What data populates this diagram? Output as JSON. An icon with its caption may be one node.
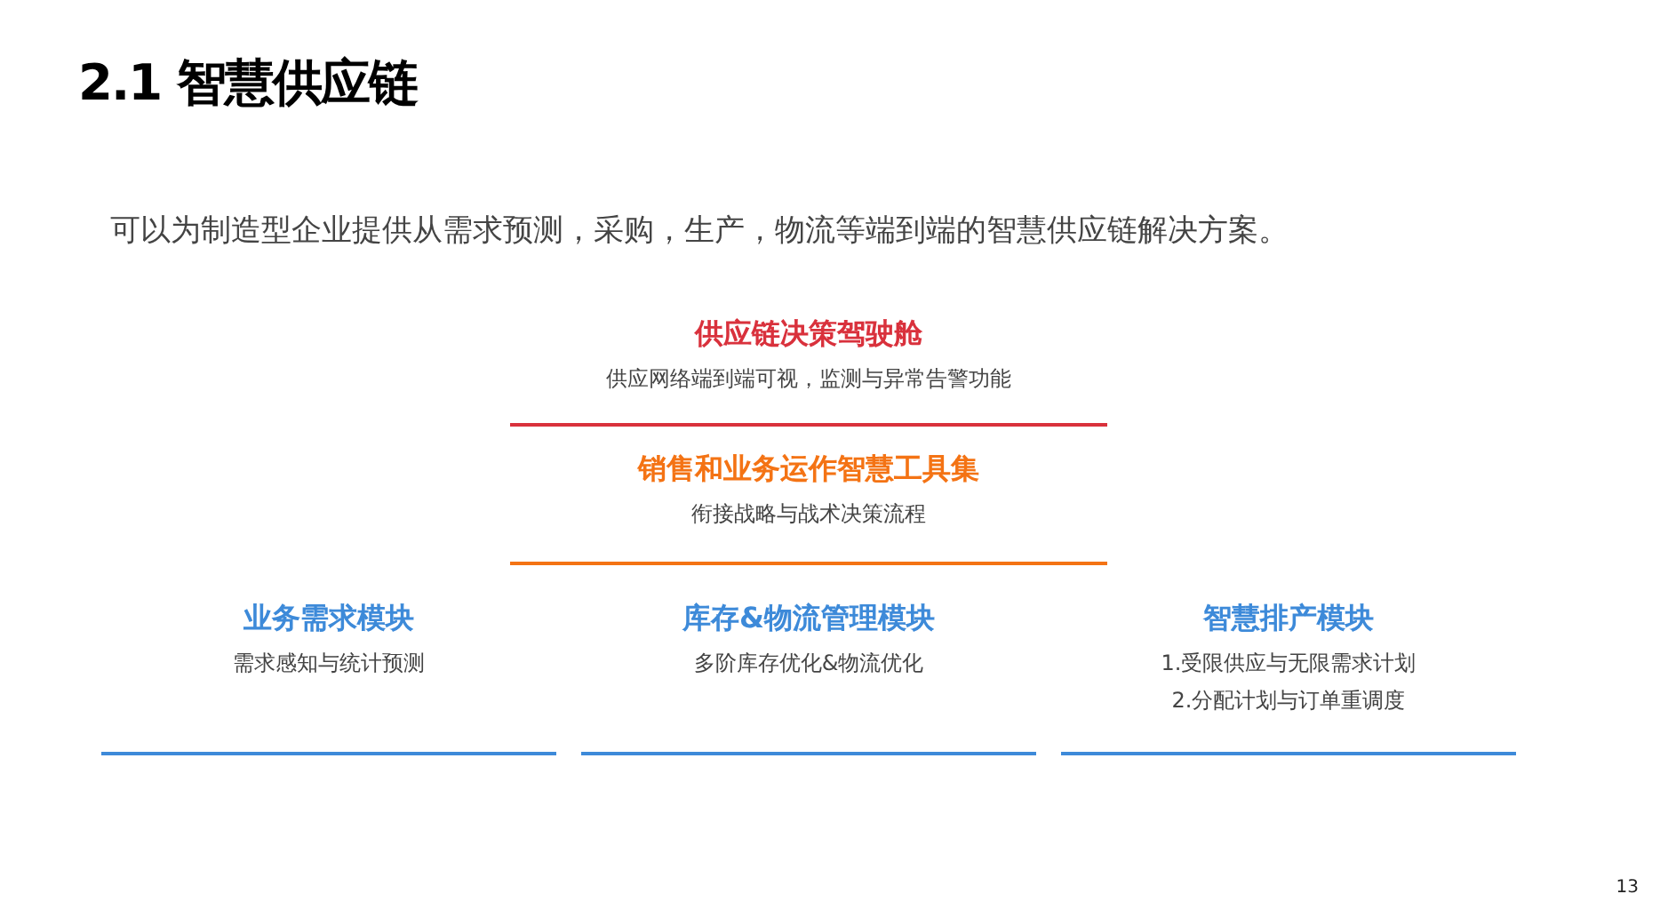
{
  "diagram": {
    "title": "2.1 智慧供应链",
    "nodes": [
      {
        "text": [
          "供应链决策驾驶舱",
          "供应网络端到端可视，监测与异常告警功能"
        ]
      },
      {
        "text": [
          "销售和业务运作智慧工具集",
          "衔接战略与战术决策流程"
        ]
      },
      {
        "text": [
          "业务需求模块",
          "需求感知与统计预测"
        ]
      },
      {
        "text": [
          "库存&物流管理模块",
          "多阶库存优化&物流优化"
        ]
      },
      {
        "text": [
          "智慧排产模块",
          "1.受限供应与无限需求计划",
          "2.分配计划与订单重调度"
        ]
      }
    ],
    "labels": [
      "可以为制造型企业提供从需求预测，采购，生产，物流等端到端的智慧供应链解决方案。",
      "13"
    ]
  }
}
